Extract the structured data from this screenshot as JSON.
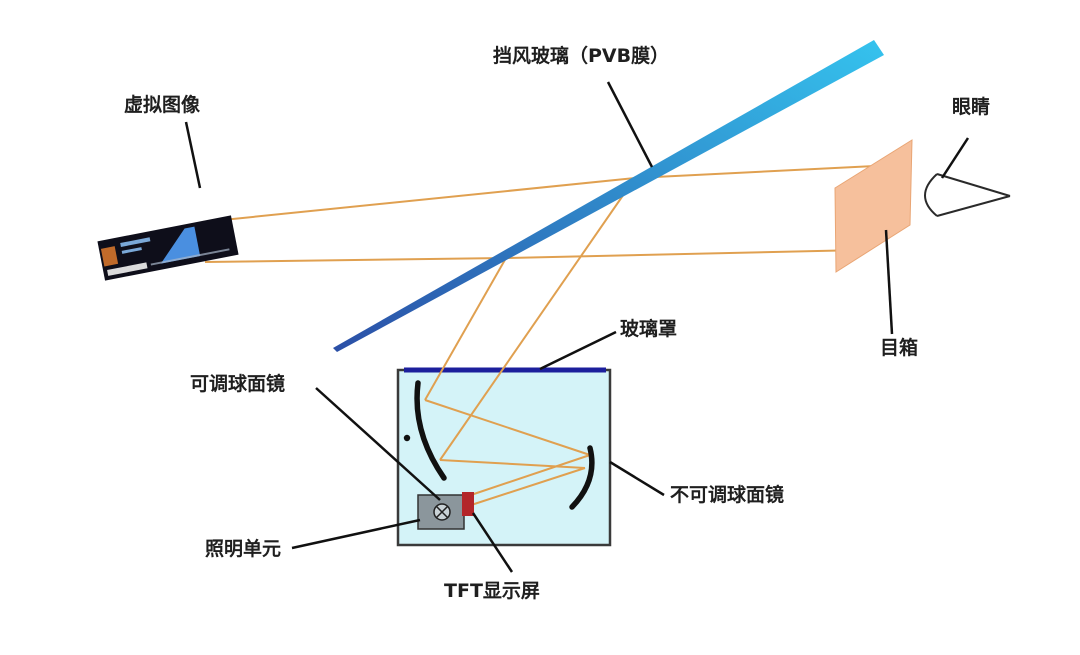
{
  "labels": {
    "windshield": "挡风玻璃（PVB膜）",
    "virtual_image": "虚拟图像",
    "eye": "眼睛",
    "eyebox": "目箱",
    "glass_cover": "玻璃罩",
    "adjustable_mirror": "可调球面镜",
    "fixed_mirror": "不可调球面镜",
    "illumination_unit": "照明单元",
    "tft_display": "TFT显示屏"
  },
  "colors": {
    "light_ray": "#e0a050",
    "housing_fill": "#d4f3f8",
    "housing_stroke": "#3a3a3a",
    "glass_cover": "#1c1f9c",
    "windshield_start": "#2b4fa6",
    "windshield_end": "#35c3ee",
    "eyebox_fill": "#f6c09c",
    "mirror": "#111111",
    "tft_red": "#b3262a",
    "illum_fill": "#8b969c"
  }
}
